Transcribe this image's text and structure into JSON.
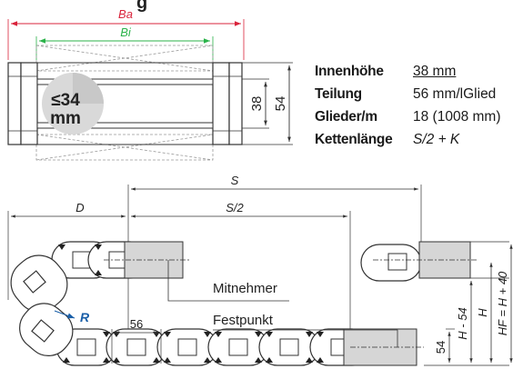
{
  "title_partial": "g",
  "dims_top": {
    "ba": "Ba",
    "bi": "Bi",
    "h38": "38",
    "h54": "54"
  },
  "badge": {
    "line1": "≤34",
    "line2": "mm"
  },
  "specs": [
    {
      "label": "Innenhöhe",
      "value": "38 mm",
      "underline": true
    },
    {
      "label": "Teilung",
      "value": "56 mm/lGlied",
      "underline": false
    },
    {
      "label": "Glieder/m",
      "value": "18 (1008 mm)",
      "underline": false
    },
    {
      "label": "Kettenlänge",
      "value": "S/2 + K",
      "underline": false
    }
  ],
  "dims_side": {
    "s": "S",
    "d": "D",
    "s2": "S/2",
    "r": "R",
    "pitch": "56",
    "mitnehmer": "Mitnehmer",
    "festpunkt": "Festpunkt",
    "right_54": "54",
    "h_minus_54": "H - 54",
    "h": "H",
    "hf": "HF = H + 40"
  },
  "colors": {
    "line": "#333333",
    "red": "#d9233b",
    "green": "#2bb34a",
    "gray": "#d6d6d6",
    "blue": "#1a5fa8"
  }
}
